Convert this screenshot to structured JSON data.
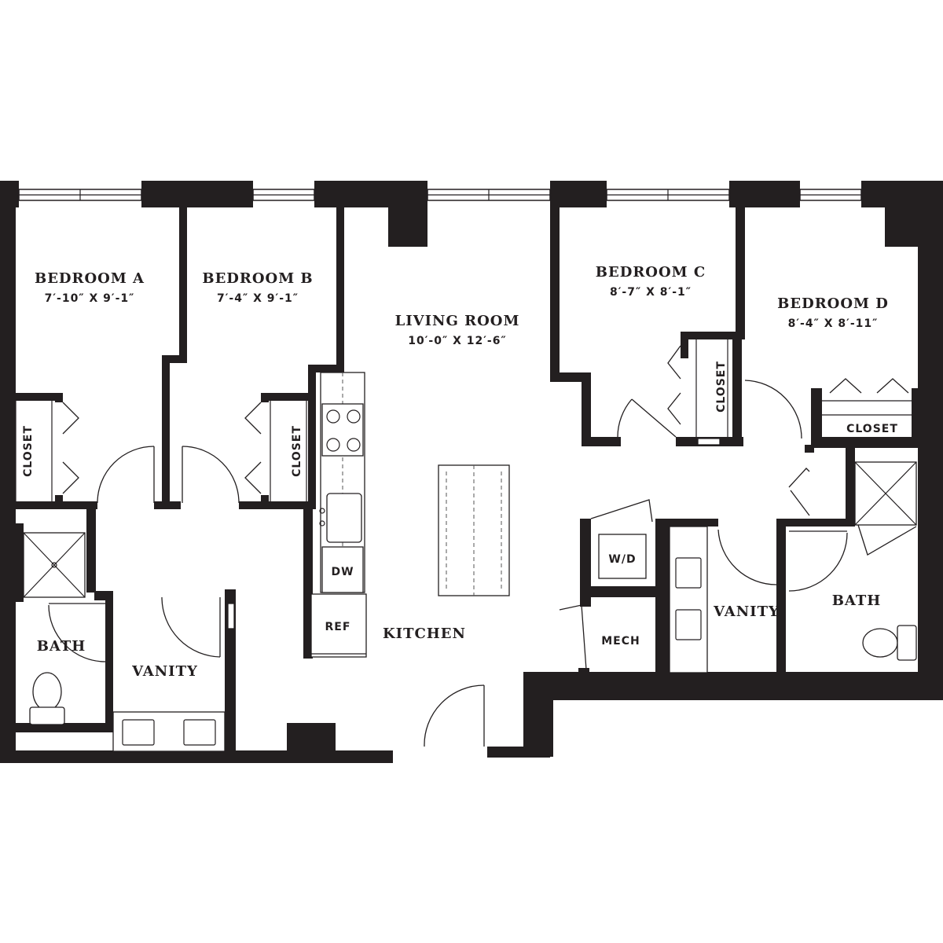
{
  "rooms": {
    "bedroom_a": {
      "name": "BEDROOM A",
      "dims": "7′-10″ X 9′-1″"
    },
    "bedroom_b": {
      "name": "BEDROOM B",
      "dims": "7′-4″ X 9′-1″"
    },
    "living_room": {
      "name": "LIVING ROOM",
      "dims": "10′-0″ X 12′-6″"
    },
    "bedroom_c": {
      "name": "BEDROOM C",
      "dims": "8′-7″ X 8′-1″"
    },
    "bedroom_d": {
      "name": "BEDROOM D",
      "dims": "8′-4″ X 8′-11″"
    },
    "kitchen": {
      "name": "KITCHEN"
    },
    "bath_left": {
      "name": "BATH"
    },
    "vanity_left": {
      "name": "VANITY"
    },
    "vanity_right": {
      "name": "VANITY"
    },
    "bath_right": {
      "name": "BATH"
    }
  },
  "closets": {
    "closet_a": "CLOSET",
    "closet_b": "CLOSET",
    "closet_c": "CLOSET",
    "closet_d": "CLOSET"
  },
  "fixtures": {
    "dishwasher": "DW",
    "refrigerator": "REF",
    "washer_dryer": "W/D",
    "mechanical": "MECH"
  }
}
